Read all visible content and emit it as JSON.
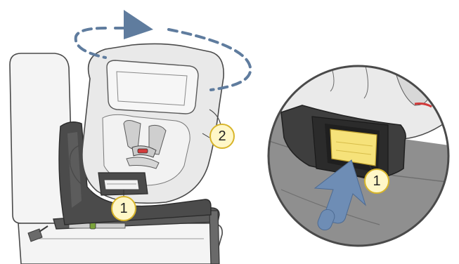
{
  "figure": {
    "callouts": {
      "release_handle_main": "1",
      "rotate_seat": "2",
      "release_handle_zoom": "1"
    },
    "colors": {
      "accent_yellow": "#f6e27a",
      "rotation_arrow": "#5f7c9e",
      "press_arrow": "#6e8db5",
      "seat_fabric": "#e9e9e9",
      "base_shell": "#4b4b4b",
      "buckle_red": "#d23a3a"
    },
    "icons": {
      "rotation": "rotate-arrow-icon",
      "press": "press-arrow-icon",
      "handle": "release-handle-icon"
    }
  }
}
